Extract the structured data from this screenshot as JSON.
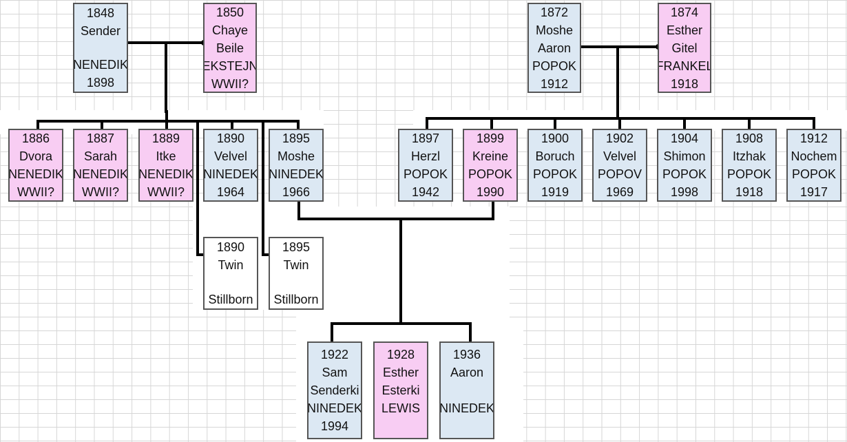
{
  "colors": {
    "male": "#dce8f3",
    "female": "#f8cdf3",
    "unknown": "#ffffff",
    "line": "#000000"
  },
  "people": {
    "sender": [
      "1848",
      "Sender",
      "",
      "NENEDIK",
      "1898"
    ],
    "chaye": [
      "1850",
      "Chaye",
      "Beile",
      "EKSTEJN",
      "WWII?"
    ],
    "moshe_aaron": [
      "1872",
      "Moshe",
      "Aaron",
      "POPOK",
      "1912"
    ],
    "esther_gitel": [
      "1874",
      "Esther",
      "Gitel",
      "FRANKEL",
      "1918"
    ],
    "dvora": [
      "1886",
      "Dvora",
      "NENEDIK",
      "WWII?"
    ],
    "sarah": [
      "1887",
      "Sarah",
      "NENEDIK",
      "WWII?"
    ],
    "itke": [
      "1889",
      "Itke",
      "NENEDIK",
      "WWII?"
    ],
    "velvel_n": [
      "1890",
      "Velvel",
      "NINEDEK",
      "1964"
    ],
    "moshe_n": [
      "1895",
      "Moshe",
      "NINEDEK",
      "1966"
    ],
    "herzl": [
      "1897",
      "Herzl",
      "POPOK",
      "1942"
    ],
    "kreine": [
      "1899",
      "Kreine",
      "POPOK",
      "1990"
    ],
    "boruch": [
      "1900",
      "Boruch",
      "POPOK",
      "1919"
    ],
    "velvel_p": [
      "1902",
      "Velvel",
      "POPOV",
      "1969"
    ],
    "shimon": [
      "1904",
      "Shimon",
      "POPOK",
      "1998"
    ],
    "itzhak": [
      "1908",
      "Itzhak",
      "POPOK",
      "1918"
    ],
    "nochem": [
      "1912",
      "Nochem",
      "POPOK",
      "1917"
    ],
    "twin1890": [
      "1890",
      "Twin",
      "",
      "Stillborn"
    ],
    "twin1895": [
      "1895",
      "Twin",
      "",
      "Stillborn"
    ],
    "sam": [
      "1922",
      "Sam",
      "Senderki",
      "NINEDEK",
      "1994"
    ],
    "esther_lewis": [
      "1928",
      "Esther",
      "Esterki",
      "LEWIS",
      ""
    ],
    "aaron": [
      "1936",
      "Aaron",
      "",
      "NINEDEK",
      ""
    ]
  }
}
